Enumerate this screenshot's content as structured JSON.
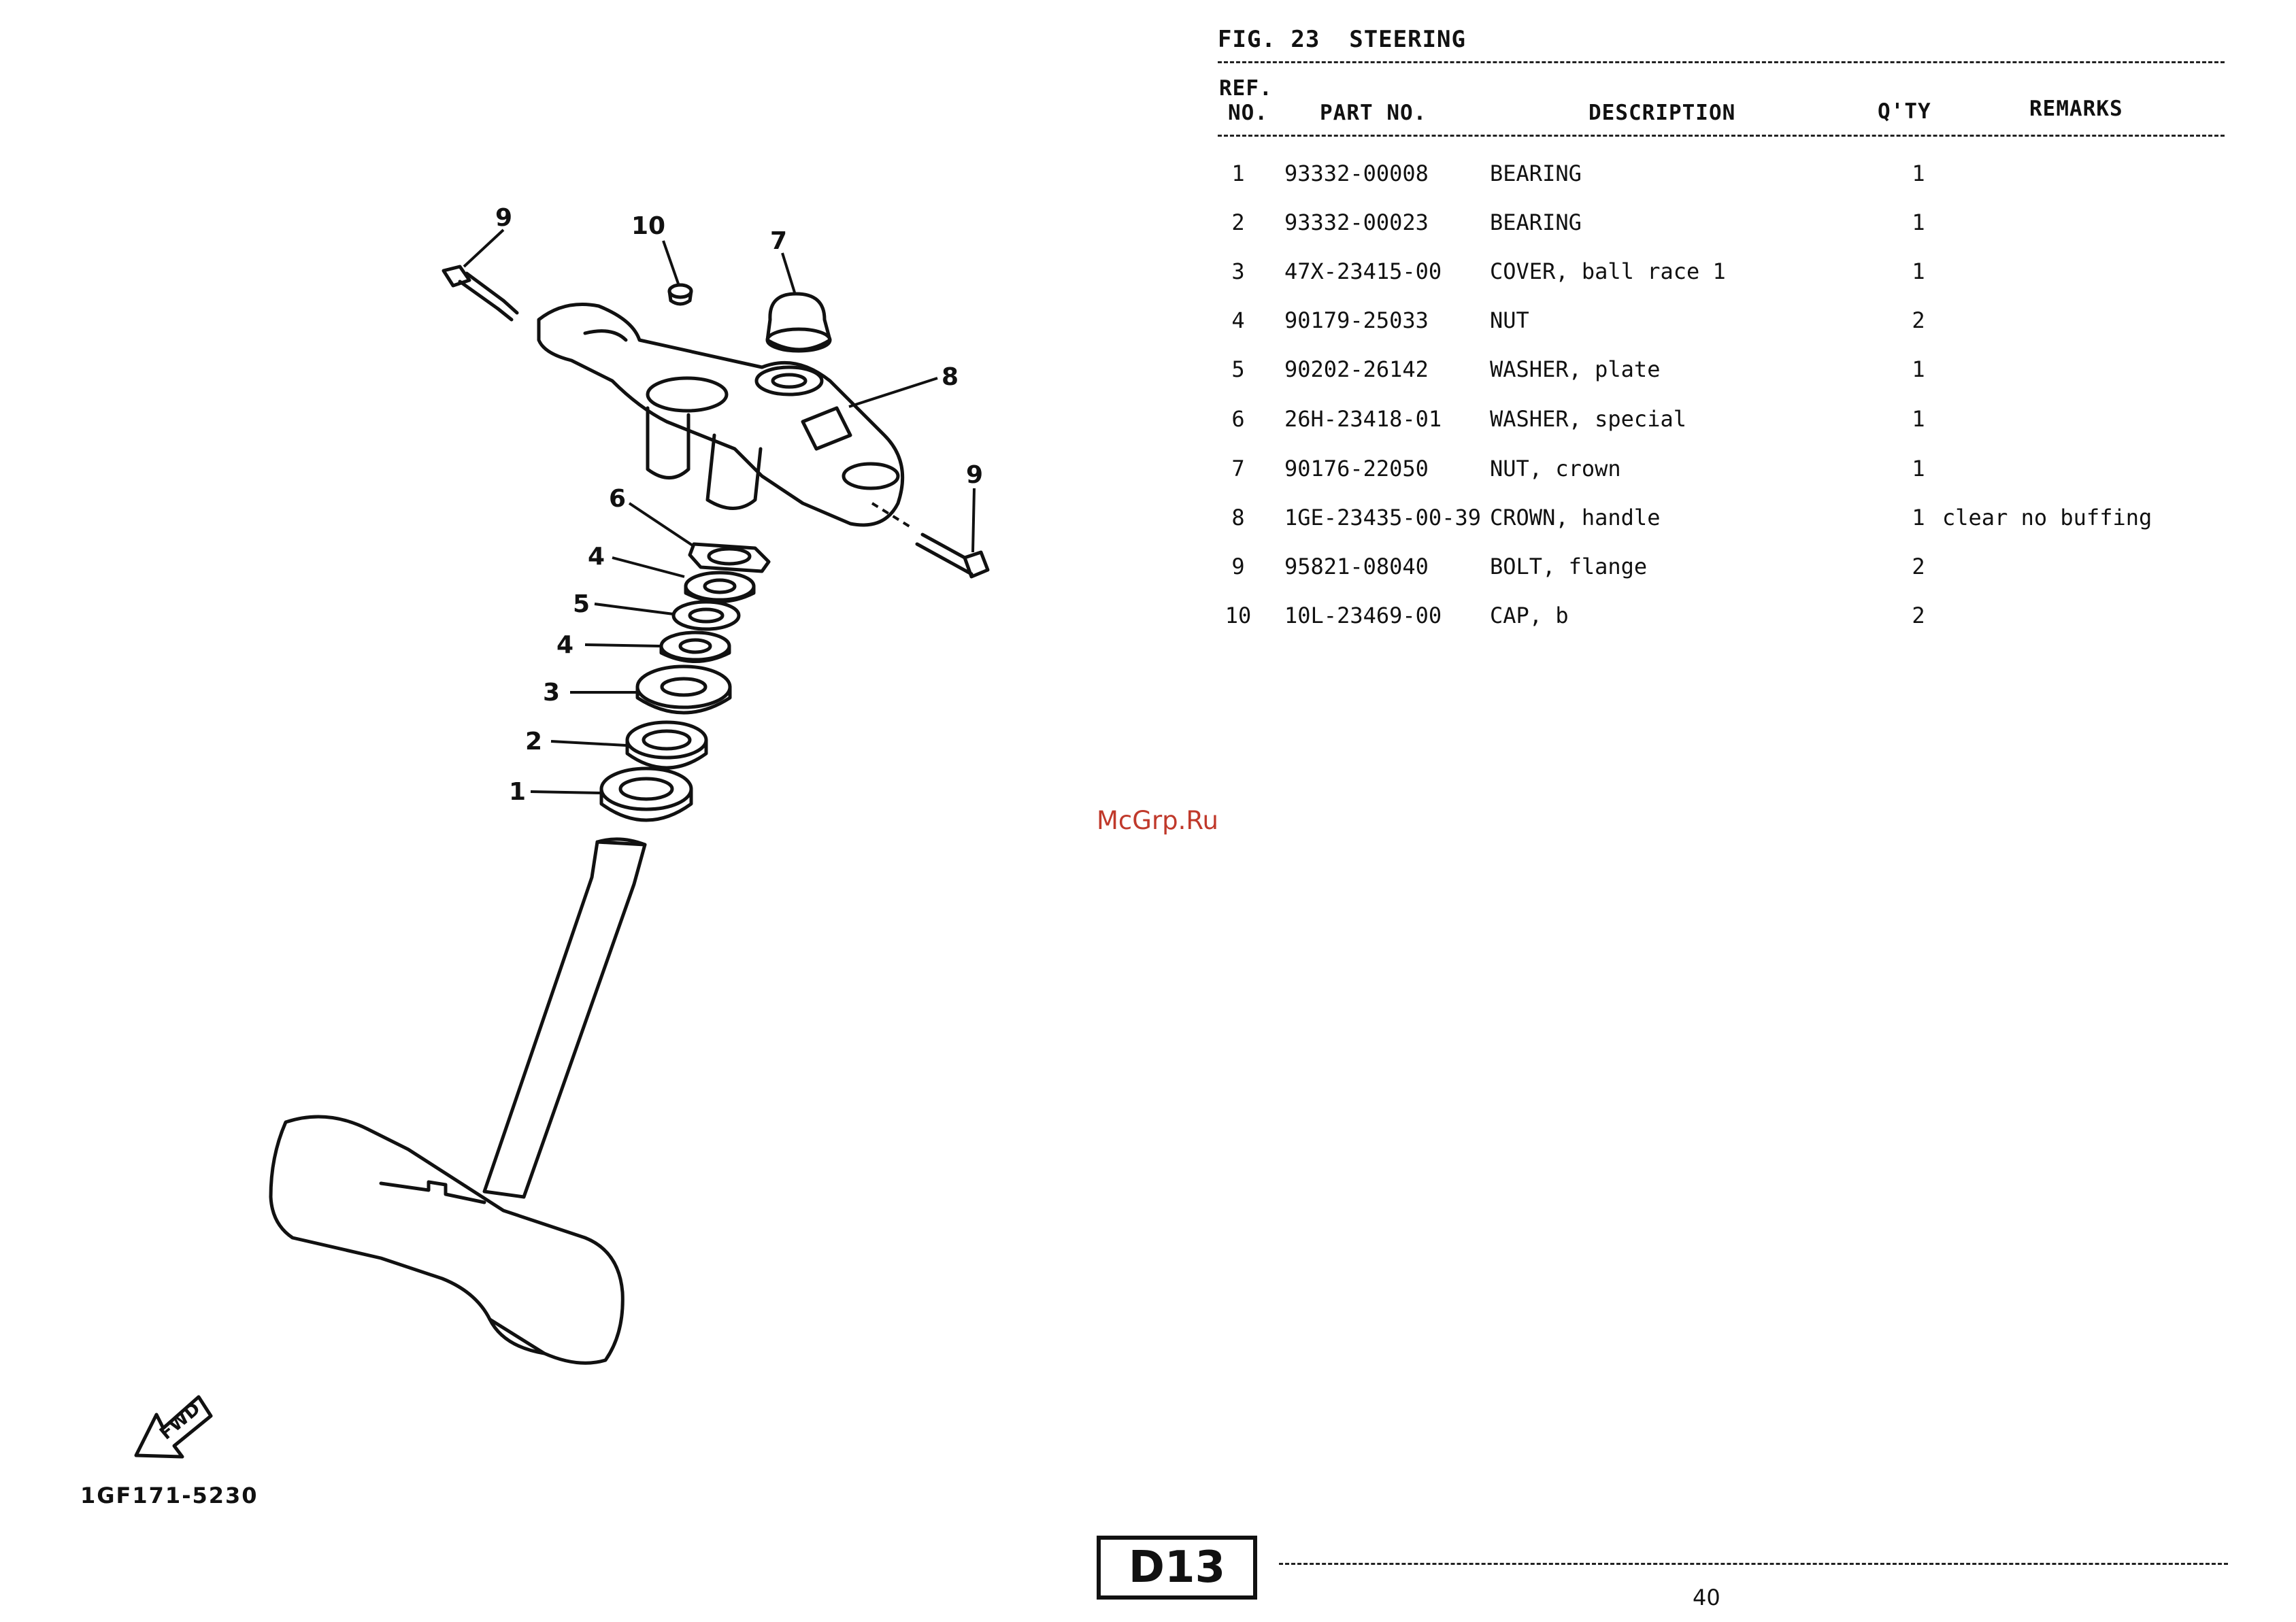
{
  "figure": {
    "title": "FIG. 23  STEERING"
  },
  "table": {
    "headers": {
      "ref_line1": "REF.",
      "ref_line2": "NO.",
      "part_no": "PART NO.",
      "description": "DESCRIPTION",
      "qty": "Q'TY",
      "remarks": "REMARKS"
    },
    "rows": [
      {
        "ref": "1",
        "part_no": "93332-00008",
        "description": "BEARING",
        "qty": "1",
        "remarks": ""
      },
      {
        "ref": "2",
        "part_no": "93332-00023",
        "description": "BEARING",
        "qty": "1",
        "remarks": ""
      },
      {
        "ref": "3",
        "part_no": "47X-23415-00",
        "description": "COVER, ball race 1",
        "qty": "1",
        "remarks": ""
      },
      {
        "ref": "4",
        "part_no": "90179-25033",
        "description": "NUT",
        "qty": "2",
        "remarks": ""
      },
      {
        "ref": "5",
        "part_no": "90202-26142",
        "description": "WASHER, plate",
        "qty": "1",
        "remarks": ""
      },
      {
        "ref": "6",
        "part_no": "26H-23418-01",
        "description": "WASHER, special",
        "qty": "1",
        "remarks": ""
      },
      {
        "ref": "7",
        "part_no": "90176-22050",
        "description": "NUT, crown",
        "qty": "1",
        "remarks": ""
      },
      {
        "ref": "8",
        "part_no": "1GE-23435-00-39",
        "description": "CROWN, handle",
        "qty": "1",
        "remarks": "clear no buffing"
      },
      {
        "ref": "9",
        "part_no": "95821-08040",
        "description": "BOLT, flange",
        "qty": "2",
        "remarks": ""
      },
      {
        "ref": "10",
        "part_no": "10L-23469-00",
        "description": "CAP, b",
        "qty": "2",
        "remarks": ""
      }
    ]
  },
  "diagram": {
    "code": "1GF171-5230",
    "fwd_label": "FWD",
    "callouts": [
      "9",
      "10",
      "7",
      "8",
      "9",
      "6",
      "4",
      "5",
      "4",
      "3",
      "2",
      "1"
    ]
  },
  "watermark": "McGrp.Ru",
  "footer": {
    "section": "D13",
    "page_number": "40"
  }
}
